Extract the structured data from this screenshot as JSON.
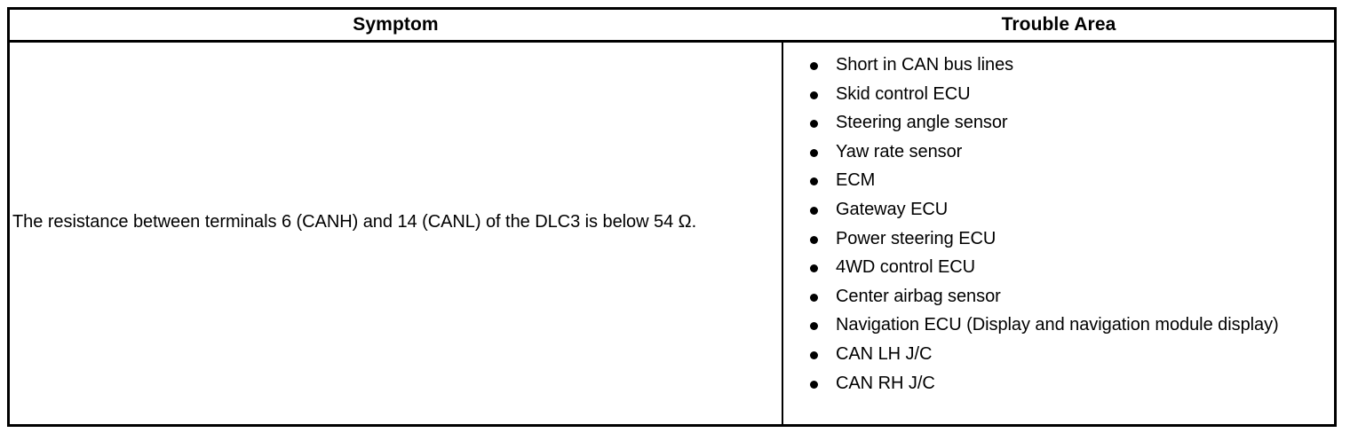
{
  "table": {
    "columns": [
      {
        "id": "symptom",
        "header": "Symptom"
      },
      {
        "id": "trouble_area",
        "header": "Trouble Area"
      }
    ],
    "symptom": {
      "text": "The resistance between terminals 6 (CANH) and 14 (CANL) of the DLC3 is below 54 Ω."
    },
    "trouble_area": {
      "bullet_glyph": "●",
      "items": [
        "Short in CAN bus lines",
        "Skid control ECU",
        "Steering angle sensor",
        "Yaw rate sensor",
        "ECM",
        "Gateway ECU",
        "Power steering ECU",
        "4WD control ECU",
        "Center airbag sensor",
        "Navigation ECU (Display and navigation module display)",
        "CAN LH J/C",
        "CAN RH J/C"
      ]
    }
  },
  "style": {
    "border_color": "#000000",
    "background_color": "#ffffff",
    "text_color": "#000000"
  }
}
